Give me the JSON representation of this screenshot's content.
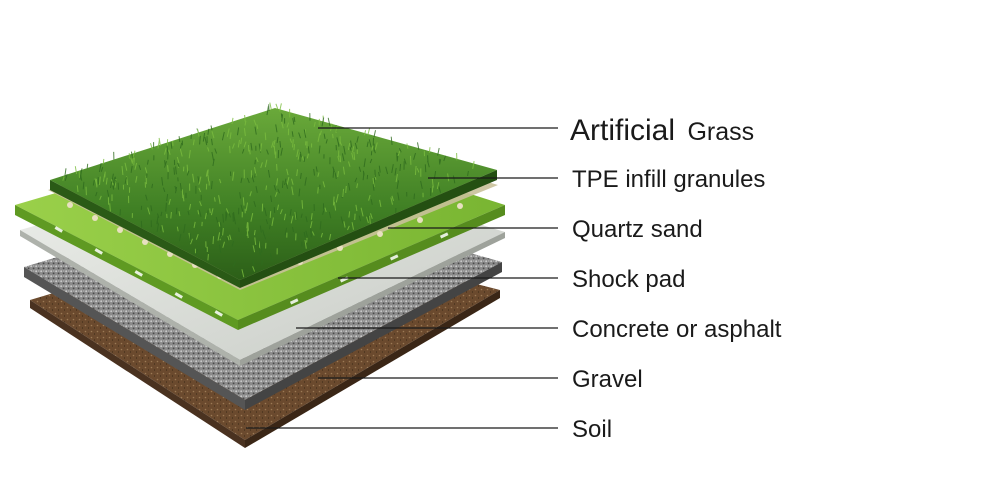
{
  "layers": [
    {
      "id": "grass",
      "label_main": "Artificial",
      "label_suffix": "Grass"
    },
    {
      "id": "tpe",
      "label": "TPE infill granules"
    },
    {
      "id": "sand",
      "label": "Quartz sand"
    },
    {
      "id": "shock",
      "label": "Shock pad"
    },
    {
      "id": "concrete",
      "label": "Concrete or asphalt"
    },
    {
      "id": "gravel",
      "label": "Gravel"
    },
    {
      "id": "soil",
      "label": "Soil"
    }
  ],
  "colors": {
    "grass_dark": "#2f6b1e",
    "grass_mid": "#4a8f2a",
    "grass_light": "#7bbd3f",
    "shock_pad_green": "#8cc63f",
    "concrete": "#d9dcd7",
    "gravel": "#8a8a8a",
    "soil": "#6b4a2e",
    "text": "#1a1a1a"
  }
}
